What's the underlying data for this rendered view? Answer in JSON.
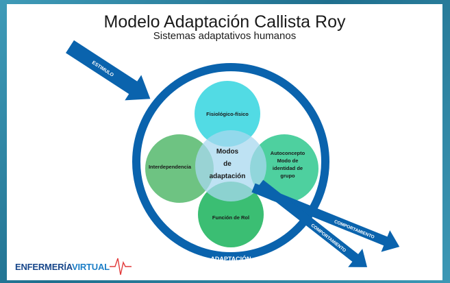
{
  "header": {
    "title": "Modelo Adaptación Callista Roy",
    "subtitle": "Sistemas adaptativos humanos"
  },
  "diagram": {
    "input_arrow_label": "ESTIMULO",
    "output_arrow_labels": [
      "COMPORTAMIENTO",
      "COMPORTAMIENTO"
    ],
    "ring_label": "ADAPTACIÓN",
    "center": [
      "Modos",
      "de",
      "adaptación"
    ],
    "modes": {
      "top": "Fisiológico-físico",
      "left": "Interdependencia",
      "right": [
        "Autoconcepto",
        "Modo de",
        "identidad de",
        "grupo"
      ],
      "bottom": "Función de Rol"
    }
  },
  "brand": {
    "part1": "ENFERMERÍA",
    "part2": "VIRTUAL"
  },
  "colors": {
    "ring": "#0a63ad",
    "arrow": "#0a63ad",
    "top_circle": "#3ad6e0",
    "left_circle": "#55b86c",
    "right_circle": "#2fc88e",
    "bottom_circle": "#26b764",
    "center": "#a8d8ef"
  }
}
